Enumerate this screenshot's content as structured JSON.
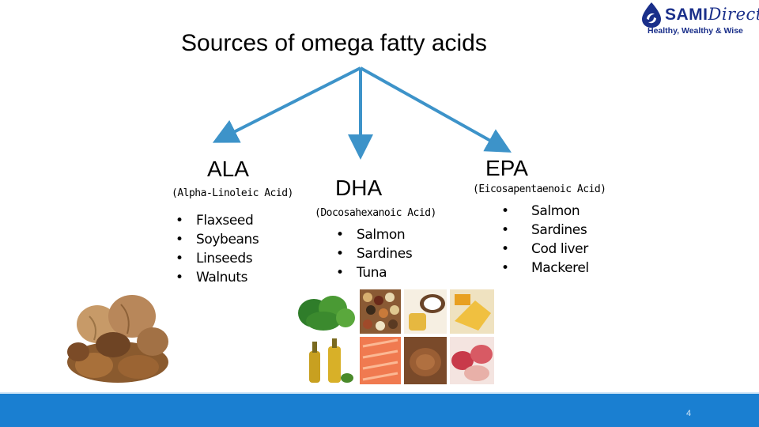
{
  "title": "Sources of omega fatty acids",
  "logo": {
    "name_main": "SAMI",
    "name_sub": "Direct",
    "tagline": "Healthy, Wealthy & Wise"
  },
  "nodes": [
    {
      "heading": "ALA",
      "subtitle": "(Alpha-Linoleic Acid)",
      "items": [
        "Flaxseed",
        "Soybeans",
        "Linseeds",
        "Walnuts"
      ]
    },
    {
      "heading": "DHA",
      "subtitle": "(Docosahexanoic Acid)",
      "items": [
        "Salmon",
        "Sardines",
        "Tuna"
      ]
    },
    {
      "heading": "EPA",
      "subtitle": "(Eicosapentaenoic Acid)",
      "items": [
        "Salmon",
        "Sardines",
        "Cod liver",
        "Mackerel"
      ]
    }
  ],
  "bullet_char": "•",
  "slide_number": "4",
  "colors": {
    "arrow": "#3d93c9",
    "footer_bar": "#1a7fd1",
    "logo": "#1a2f8a"
  }
}
